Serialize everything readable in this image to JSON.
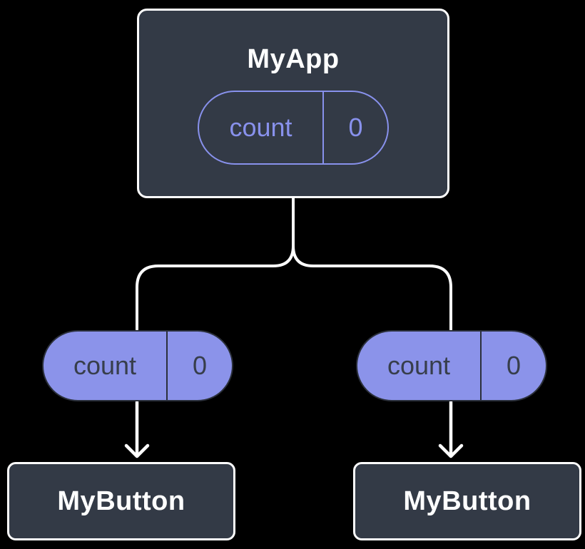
{
  "colors": {
    "background": "#000000",
    "component_box_fill": "#333a46",
    "component_box_border": "#ffffff",
    "state_pill_purple": "#8891ec",
    "prop_pill_fill": "#8b93ea",
    "prop_pill_border": "#2b303b",
    "prop_pill_text": "#373e4b",
    "title_text": "#ffffff",
    "connector_line": "#ffffff"
  },
  "tree": {
    "root": {
      "title": "MyApp",
      "state": {
        "name": "count",
        "value": "0"
      }
    },
    "children": [
      {
        "title": "MyButton",
        "prop": {
          "name": "count",
          "value": "0"
        }
      },
      {
        "title": "MyButton",
        "prop": {
          "name": "count",
          "value": "0"
        }
      }
    ]
  }
}
